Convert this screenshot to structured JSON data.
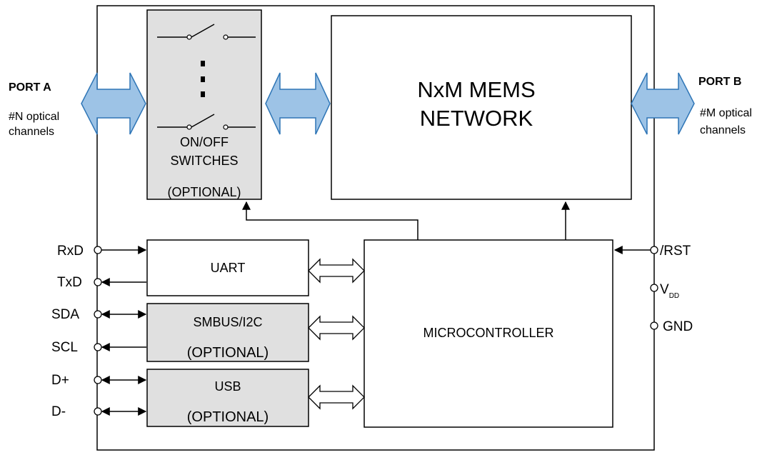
{
  "port_a": {
    "title": "PORT A",
    "channels_line1": "#N optical",
    "channels_line2": "channels"
  },
  "port_b": {
    "title": "PORT B",
    "channels_line1": "#M optical",
    "channels_line2": "channels"
  },
  "switches": {
    "line1": "ON/OFF",
    "line2": "SWITCHES",
    "line3": "(OPTIONAL)"
  },
  "mems": {
    "line1": "NxM MEMS",
    "line2": "NETWORK"
  },
  "uart": {
    "label": "UART"
  },
  "smbus": {
    "line1": "SMBUS/I2C",
    "line2": "(OPTIONAL)"
  },
  "usb": {
    "line1": "USB",
    "line2": "(OPTIONAL)"
  },
  "microcontroller": {
    "label": "MICROCONTROLLER"
  },
  "left_pins": [
    "RxD",
    "TxD",
    "SDA",
    "SCL",
    "D+",
    "D-"
  ],
  "right_pins": {
    "rst": "/RST",
    "vdd_main": "V",
    "vdd_sub": "DD",
    "gnd": "GND"
  },
  "colors": {
    "optional_fill": "#e0e0e0",
    "arrow_fill": "#9dc3e6",
    "arrow_stroke": "#2e75b6",
    "line": "#000000"
  }
}
